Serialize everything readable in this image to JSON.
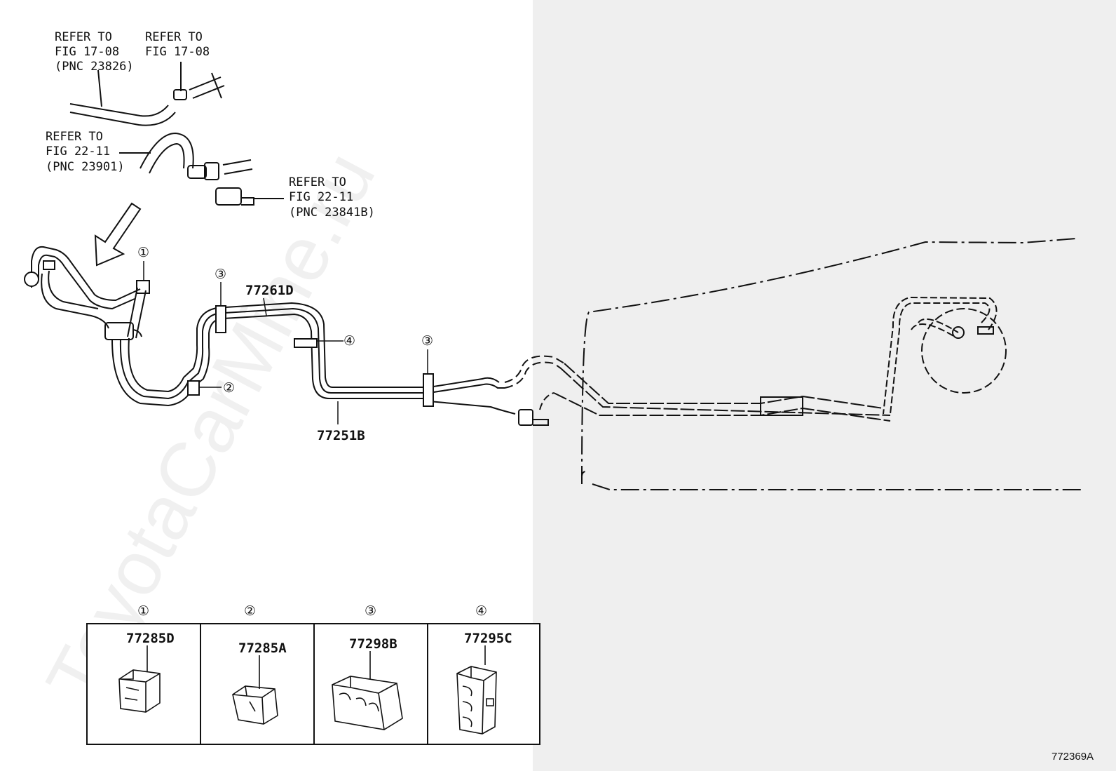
{
  "watermark": "ToyotaCarMine.ru",
  "figure_id": "772369A",
  "refs": [
    {
      "line1": "REFER TO",
      "line2": "FIG 17-08",
      "line3": "(PNC 23826)"
    },
    {
      "line1": "REFER TO",
      "line2": "FIG 17-08",
      "line3": ""
    },
    {
      "line1": "REFER TO",
      "line2": "FIG 22-11",
      "line3": "(PNC 23901)"
    },
    {
      "line1": "REFER TO",
      "line2": "FIG 22-11",
      "line3": "(PNC 23841B)"
    }
  ],
  "part_numbers": {
    "tube_upper": "77261D",
    "tube_lower": "77251B"
  },
  "callouts": [
    "①",
    "②",
    "③",
    "④"
  ],
  "callout_3_repeat": "③",
  "table": {
    "cells": [
      {
        "num": "①",
        "pnc": "77285D"
      },
      {
        "num": "②",
        "pnc": "77285A"
      },
      {
        "num": "③",
        "pnc": "77298B"
      },
      {
        "num": "④",
        "pnc": "77295C"
      }
    ]
  }
}
